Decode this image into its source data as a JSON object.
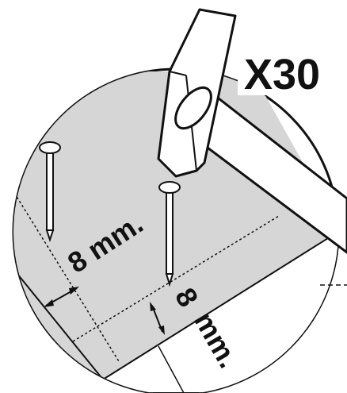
{
  "multiplier_label": "X30",
  "left_dimension_label": "8 mm.",
  "right_dimension_number": "8",
  "right_dimension_unit": "mm.",
  "colors": {
    "panel_fill": "#d6d6d6",
    "outline": "#111111",
    "background": "#ffffff"
  },
  "icons": [
    "hammer-icon",
    "nail-icon"
  ]
}
